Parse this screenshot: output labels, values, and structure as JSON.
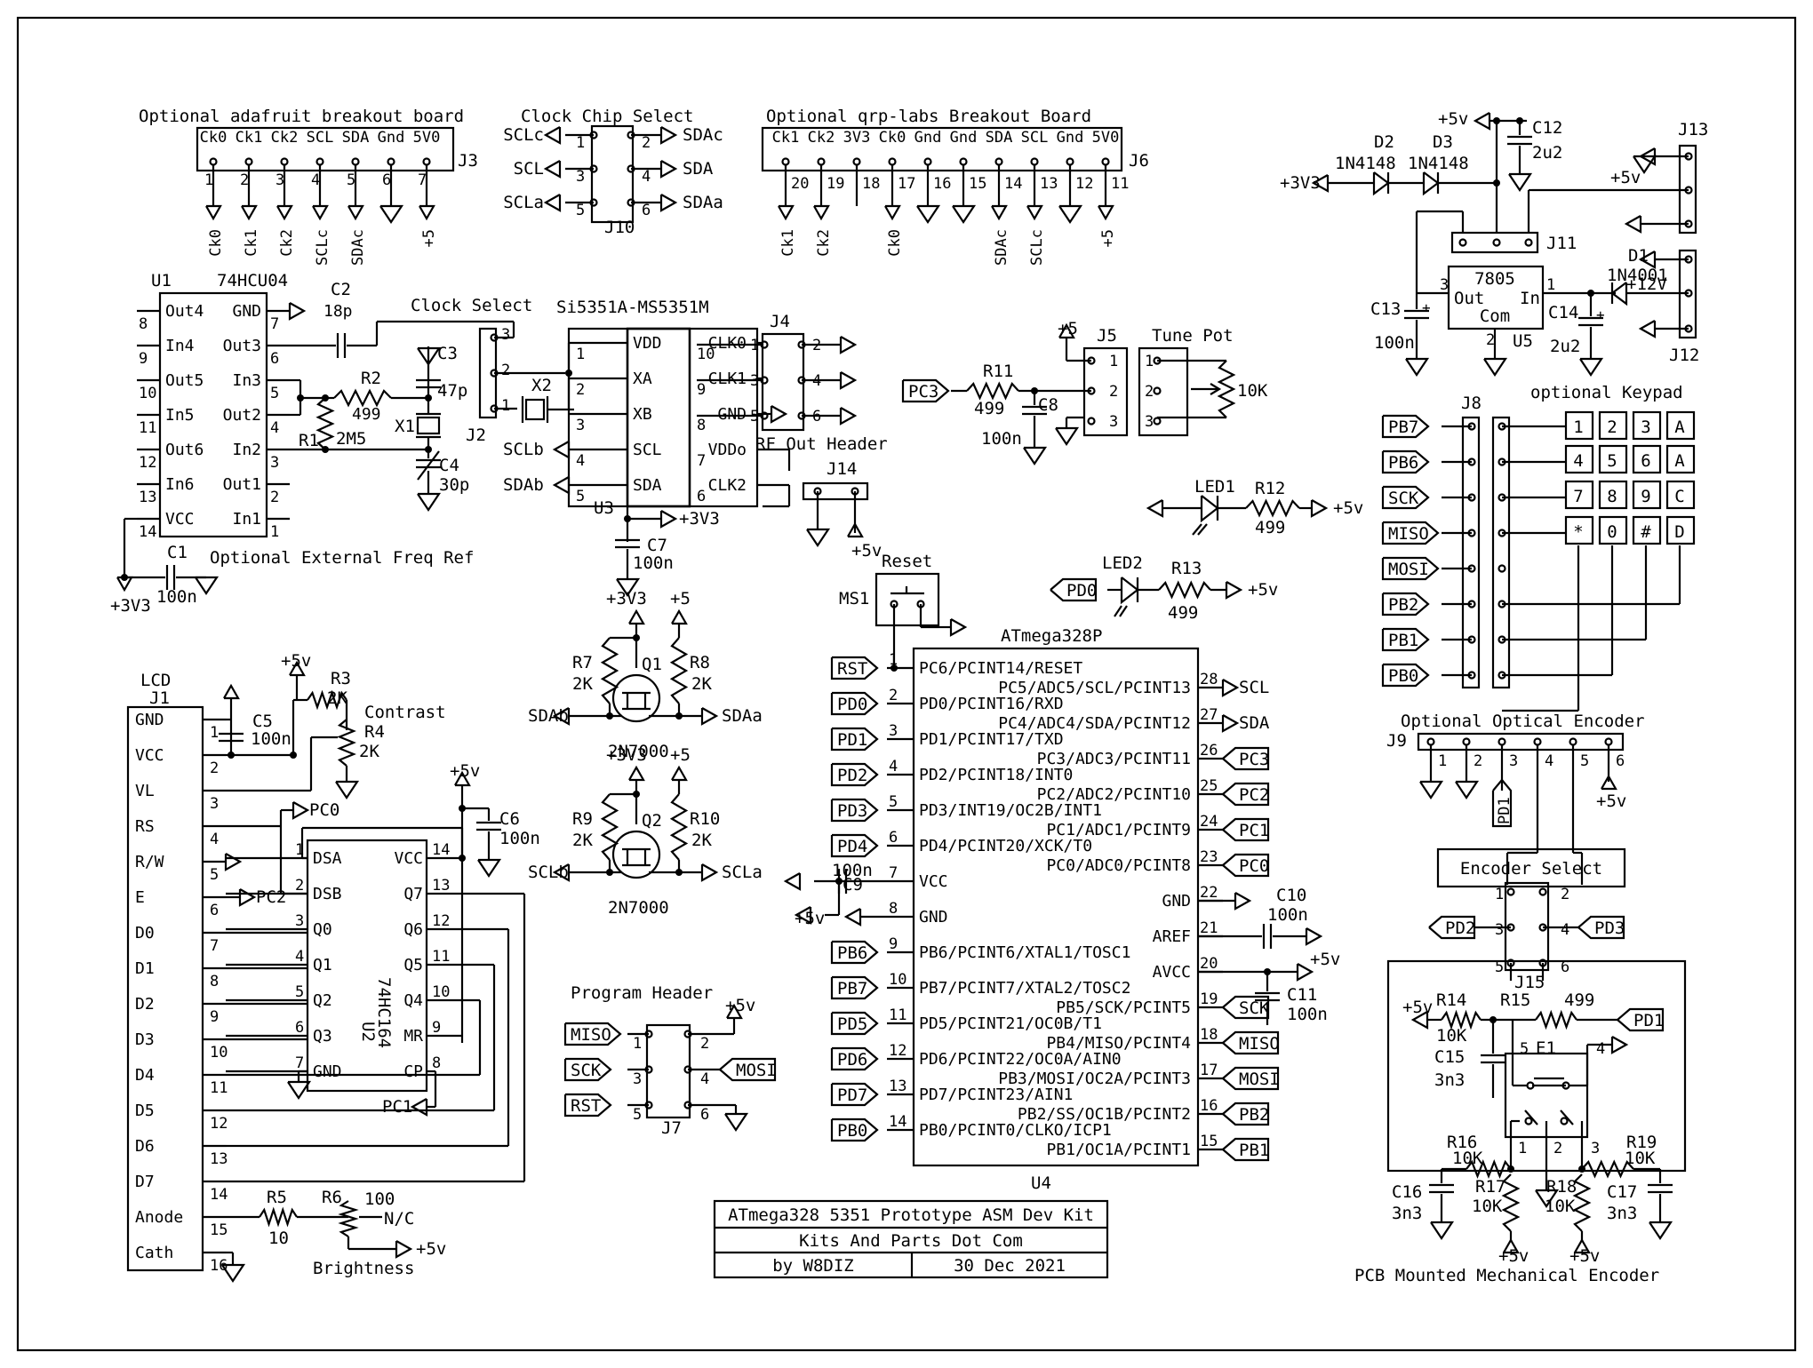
{
  "border": {
    "color": "#000000"
  },
  "headings": {
    "adafruit": "Optional adafruit breakout board",
    "clock_chip": "Clock Chip Select",
    "qrp": "Optional qrp-labs Breakout Board",
    "clock_select": "Clock Select",
    "rf_out": "RF Out Header",
    "tune_pot": "Tune Pot",
    "keypad": "optional Keypad",
    "ext_ref": "Optional External Freq Ref",
    "lcd": "LCD",
    "contrast": "Contrast",
    "brightness": "Brightness",
    "program": "Program Header",
    "reset": "Reset",
    "optical": "Optional Optical Encoder",
    "encoder_select": "Encoder Select",
    "mech_encoder": "PCB Mounted Mechanical Encoder"
  },
  "j3": {
    "ref": "J3",
    "pins": [
      "Ck0",
      "Ck1",
      "Ck2",
      "SCL",
      "SDA",
      "Gnd",
      "5V0"
    ],
    "nums": [
      "1",
      "2",
      "3",
      "4",
      "5",
      "6",
      "7"
    ],
    "nets": [
      "Ck0",
      "Ck1",
      "Ck2",
      "SCLc",
      "SDAc",
      "",
      "+5"
    ]
  },
  "j10": {
    "ref": "J10",
    "left": [
      "SCLc",
      "SCL",
      "SCLa"
    ],
    "right": [
      "SDAc",
      "SDA",
      "SDAa"
    ],
    "lnums": [
      "1",
      "3",
      "5"
    ],
    "rnums": [
      "2",
      "4",
      "6"
    ]
  },
  "j6": {
    "ref": "J6",
    "pins": [
      "Ck1",
      "Ck2",
      "3V3",
      "Ck0",
      "Gnd",
      "Gnd",
      "SDA",
      "SCL",
      "Gnd",
      "5V0"
    ],
    "nums": [
      "20",
      "19",
      "18",
      "17",
      "16",
      "15",
      "14",
      "13",
      "12",
      "11"
    ],
    "nets": [
      "Ck1",
      "Ck2",
      "",
      "Ck0",
      "",
      "",
      "SDAc",
      "SCLc",
      "",
      "+5"
    ]
  },
  "u1": {
    "ref": "U1",
    "part": "74HCU04",
    "left": [
      "Out4",
      "In4",
      "Out5",
      "In5",
      "Out6",
      "In6",
      "VCC"
    ],
    "lnums": [
      "8",
      "9",
      "10",
      "11",
      "12",
      "13",
      "14"
    ],
    "right": [
      "GND",
      "Out3",
      "In3",
      "Out2",
      "In2",
      "Out1",
      "In1"
    ],
    "rnums": [
      "7",
      "6",
      "5",
      "4",
      "3",
      "2",
      "1"
    ]
  },
  "parts_left": {
    "c2": "C2",
    "c2v": "18p",
    "c3": "C3",
    "c3v": "47p",
    "r2": "R2",
    "r2v": "499",
    "r1": "R1",
    "r1v": "2M5",
    "x1": "X1",
    "x2": "X2",
    "c4": "C4",
    "c4v": "30p",
    "c1": "C1",
    "c1v": "100n",
    "v33": "+3V3"
  },
  "j2": {
    "ref": "J2",
    "nums": [
      "3",
      "2",
      "1"
    ]
  },
  "u3": {
    "ref": "U3",
    "part": "Si5351A-MS5351M",
    "left": [
      "VDD",
      "XA",
      "XB",
      "SCL",
      "SDA"
    ],
    "lnums": [
      "1",
      "2",
      "3",
      "4",
      "5"
    ],
    "right": [
      "CLK0",
      "CLK1",
      "GND",
      "VDDo",
      "CLK2"
    ],
    "rnums": [
      "10",
      "9",
      "8",
      "7",
      "6"
    ],
    "sclb": "SCLb",
    "sdab": "SDAb",
    "v33": "+3V3",
    "c7": "C7",
    "c7v": "100n"
  },
  "j4": {
    "ref": "J4",
    "lnums": [
      "1",
      "3",
      "5"
    ],
    "rnums": [
      "2",
      "4",
      "6"
    ]
  },
  "j14": {
    "ref": "J14",
    "v5": "+5v"
  },
  "j5": {
    "ref": "J5",
    "nums": [
      "1",
      "2",
      "3"
    ],
    "v5": "+5",
    "pc3": "PC3",
    "r11": "R11",
    "r11v": "499",
    "c8": "C8",
    "c8v": "100n"
  },
  "pot": {
    "nums": [
      "1",
      "2",
      "3"
    ],
    "val": "10K"
  },
  "leds": {
    "led1": "LED1",
    "r12": "R12",
    "r12v": "499",
    "v5": "+5v",
    "led2": "LED2",
    "r13": "R13",
    "r13v": "499",
    "pd0": "PD0"
  },
  "power": {
    "v5": "+5v",
    "c12": "C12",
    "c12v": "2u2",
    "d2": "D2",
    "d2v": "1N4148",
    "d3": "D3",
    "d3v": "1N4148",
    "v33": "+3V3",
    "j13": "J13",
    "j11": "J11",
    "reg": "7805",
    "out": "Out",
    "in": "In",
    "com": "Com",
    "u5": "U5",
    "d1": "D1",
    "d1v": "1N4001",
    "v12": "+12V",
    "c13": "C13",
    "c13v": "100n",
    "c14": "C14",
    "c14v": "2u2",
    "j12": "J12",
    "n3": "3",
    "n1": "1",
    "n2": "2"
  },
  "keypad": {
    "j8": "J8",
    "nets": [
      "PB7",
      "PB6",
      "SCK",
      "MISO",
      "MOSI",
      "PB2",
      "PB1",
      "PB0"
    ],
    "keys": [
      [
        "1",
        "2",
        "3",
        "A"
      ],
      [
        "4",
        "5",
        "6",
        "A"
      ],
      [
        "7",
        "8",
        "9",
        "C"
      ],
      [
        "*",
        "0",
        "#",
        "D"
      ]
    ]
  },
  "lcd": {
    "ref": "J1",
    "pins": [
      "GND",
      "VCC",
      "VL",
      "RS",
      "R/W",
      "E",
      "D0",
      "D1",
      "D2",
      "D3",
      "D4",
      "D5",
      "D6",
      "D7",
      "Anode",
      "Cath"
    ],
    "nums": [
      "1",
      "2",
      "3",
      "4",
      "5",
      "6",
      "7",
      "8",
      "9",
      "10",
      "11",
      "12",
      "13",
      "14",
      "15",
      "16"
    ],
    "v5": "+5v",
    "r3": "R3",
    "r3v": "2K",
    "r4": "R4",
    "r4v": "2K",
    "c5": "C5",
    "c5v": "100n",
    "pc0": "PC0",
    "pc2": "PC2",
    "r5": "R5",
    "r5v": "10",
    "r6": "R6",
    "r6v": "100",
    "nc": "N/C"
  },
  "u2": {
    "ref": "U2",
    "part": "74HC164",
    "left": [
      "DSA",
      "DSB",
      "Q0",
      "Q1",
      "Q2",
      "Q3",
      "GND"
    ],
    "lnums": [
      "1",
      "2",
      "3",
      "4",
      "5",
      "6",
      "7"
    ],
    "right": [
      "VCC",
      "Q7",
      "Q6",
      "Q5",
      "Q4",
      "MR",
      "CP"
    ],
    "rnums": [
      "14",
      "13",
      "12",
      "11",
      "10",
      "9",
      "8"
    ],
    "pc1": "PC1",
    "c6": "C6",
    "c6v": "100n",
    "v5": "+5v"
  },
  "level": {
    "q1": "Q1",
    "q2": "Q2",
    "type": "2N7000",
    "r7": "R7",
    "r8": "R8",
    "r9": "R9",
    "r10": "R10",
    "rv": "2K",
    "v33": "+3V3",
    "v5": "+5",
    "sdab": "SDAb",
    "sdaa": "SDAa",
    "sclb": "SCLb",
    "scla": "SCLa"
  },
  "j7": {
    "ref": "J7",
    "left": [
      "MISO",
      "SCK",
      "RST"
    ],
    "lnums": [
      "1",
      "3",
      "5"
    ],
    "rnums": [
      "2",
      "4",
      "6"
    ],
    "mosi": "MOSI",
    "v5": "+5v"
  },
  "u4": {
    "ref": "U4",
    "part": "ATmega328P",
    "ms1": "MS1",
    "left": [
      "PC6/PCINT14/RESET",
      "PD0/PCINT16/RXD",
      "PD1/PCINT17/TXD",
      "PD2/PCINT18/INT0",
      "PD3/INT19/OC2B/INT1",
      "PD4/PCINT20/XCK/T0",
      "VCC",
      "GND",
      "PB6/PCINT6/XTAL1/TOSC1",
      "PB7/PCINT7/XTAL2/TOSC2",
      "PD5/PCINT21/OC0B/T1",
      "PD6/PCINT22/OC0A/AIN0",
      "PD7/PCINT23/AIN1",
      "PB0/PCINT0/CLKO/ICP1"
    ],
    "lnums": [
      "1",
      "2",
      "3",
      "4",
      "5",
      "6",
      "7",
      "8",
      "9",
      "10",
      "11",
      "12",
      "13",
      "14"
    ],
    "lnets": [
      "RST",
      "PD0",
      "PD1",
      "PD2",
      "PD3",
      "PD4",
      "",
      "",
      "PB6",
      "PB7",
      "PD5",
      "PD6",
      "PD7",
      "PB0"
    ],
    "right": [
      "PC5/ADC5/SCL/PCINT13",
      "PC4/ADC4/SDA/PCINT12",
      "PC3/ADC3/PCINT11",
      "PC2/ADC2/PCINT10",
      "PC1/ADC1/PCINT9",
      "PC0/ADC0/PCINT8",
      "GND",
      "AREF",
      "AVCC",
      "PB5/SCK/PCINT5",
      "PB4/MISO/PCINT4",
      "PB3/MOSI/OC2A/PCINT3",
      "PB2/SS/OC1B/PCINT2",
      "PB1/OC1A/PCINT1"
    ],
    "rnums": [
      "28",
      "27",
      "26",
      "25",
      "24",
      "23",
      "22",
      "21",
      "20",
      "19",
      "18",
      "17",
      "16",
      "15"
    ],
    "rnets": [
      "SCL",
      "SDA",
      "PC3",
      "PC2",
      "PC1",
      "PC0",
      "",
      "",
      "",
      "SCK",
      "MISO",
      "MOSI",
      "PB2",
      "PB1"
    ],
    "c9": "C9",
    "c9v": "100n",
    "c10": "C10",
    "c10v": "100n",
    "c11": "C11",
    "c11v": "100n",
    "v5": "+5v"
  },
  "encoder": {
    "j9": "J9",
    "j9nums": [
      "1",
      "2",
      "3",
      "4",
      "5",
      "6"
    ],
    "pd1": "PD1",
    "v5": "+5v",
    "j15": "J15",
    "pd2": "PD2",
    "pd3": "PD3",
    "j15nums": [
      "1",
      "2",
      "3",
      "4",
      "5",
      "6"
    ],
    "r14": "R14",
    "r14v": "10K",
    "r15": "R15",
    "r15v": "499",
    "c15": "C15",
    "c15v": "3n3",
    "e1": "E1",
    "r16": "R16",
    "r16v": "10K",
    "r17": "R17",
    "r17v": "10K",
    "r18": "R18",
    "r18v": "10K",
    "r19": "R19",
    "r19v": "10K",
    "c16": "C16",
    "c16v": "3n3",
    "c17": "C17",
    "c17v": "3n3",
    "en": [
      "5",
      "4",
      "1",
      "2",
      "3"
    ]
  },
  "title_block": {
    "line1": "ATmega328 5351 Prototype ASM Dev Kit",
    "line2": "Kits And Parts Dot Com",
    "author": "by W8DIZ",
    "date": "30 Dec 2021"
  }
}
